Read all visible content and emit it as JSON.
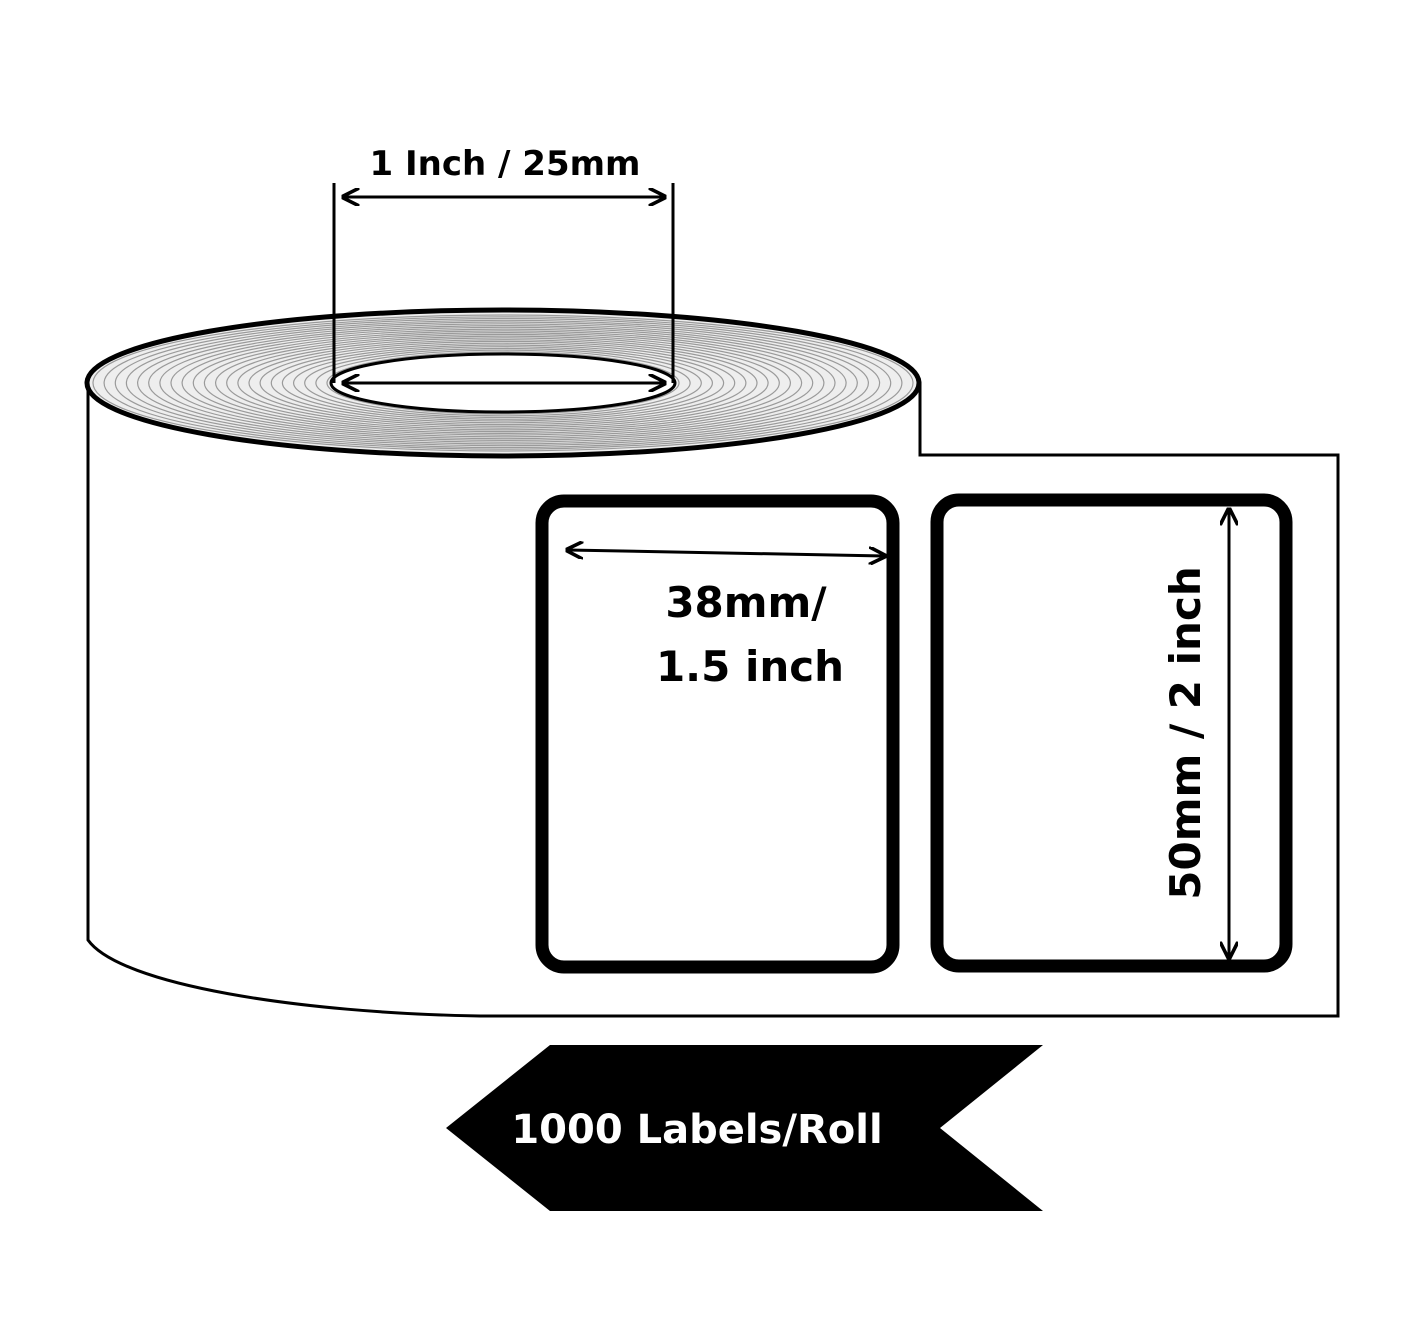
{
  "dimensions": {
    "core_diameter": "1 Inch / 25mm",
    "label_width_line1": "38mm/",
    "label_width_line2": "1.5 inch",
    "label_height": "50mm / 2 inch"
  },
  "banner": {
    "text": "1000 Labels/Roll"
  },
  "colors": {
    "ink": "#000000",
    "paper": "#ffffff",
    "roll_layers": "#9a9a9a"
  },
  "icons": {
    "dimension_arrow": "double-arrow-icon",
    "banner_shape": "left-pointing-ribbon"
  }
}
